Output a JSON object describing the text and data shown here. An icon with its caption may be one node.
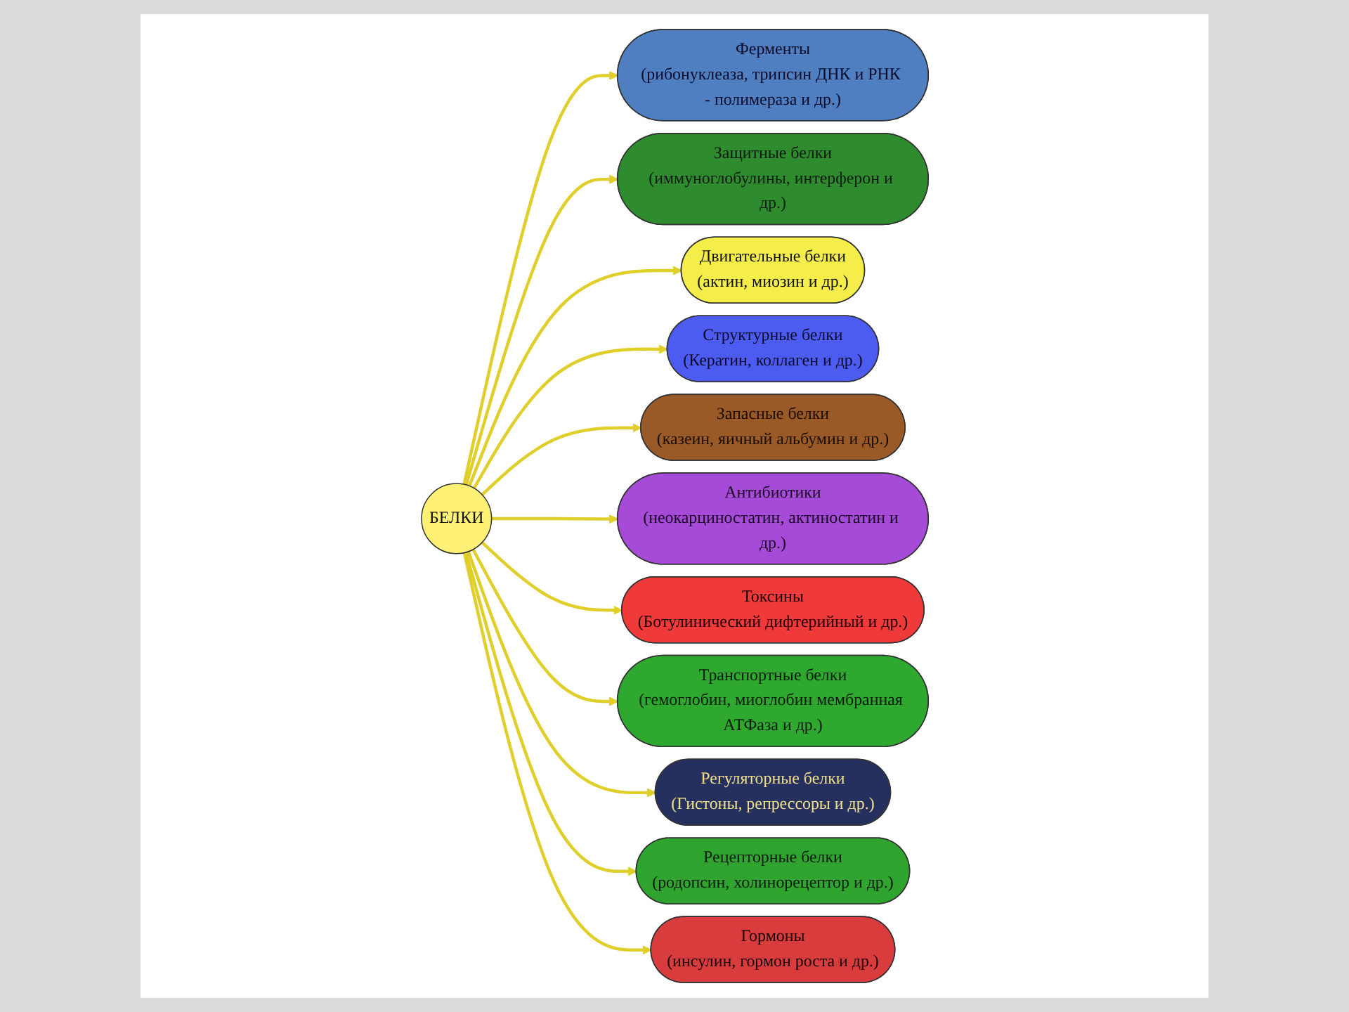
{
  "diagram": {
    "nodes": [
      {
        "text": [
          "БЕЛКИ"
        ]
      },
      {
        "text": [
          "Ферменты",
          "(рибонуклеаза, трипсин ДНК и РНК - полимераза и др.)"
        ]
      },
      {
        "text": [
          "Защитные белки",
          "(иммуноглобулины, интерферон и др.)"
        ]
      },
      {
        "text": [
          "Двигательные белки",
          "(актин, миозин и др.)"
        ]
      },
      {
        "text": [
          "Структурные белки",
          "(Кератин, коллаген и др.)"
        ]
      },
      {
        "text": [
          "Запасные белки",
          "(казеин, яичный альбумин и др.)"
        ]
      },
      {
        "text": [
          "Антибиотики",
          "(неокарциностатин, актиностатин и др.)"
        ]
      },
      {
        "text": [
          "Токсины",
          "(Ботулинический дифтерийный и др.)"
        ]
      },
      {
        "text": [
          "Транспортные белки",
          "(гемоглобин, миоглобин мембранная АТФаза и др.)"
        ]
      },
      {
        "text": [
          "Регуляторные белки",
          "(Гистоны, репрессоры и др.)"
        ]
      },
      {
        "text": [
          "Рецепторные белки",
          "(родопсин, холинорецептор и др.)"
        ]
      },
      {
        "text": [
          "Гормоны",
          "(инсулин, гормон роста и др.)"
        ]
      }
    ],
    "edges": [
      {
        "from": 0,
        "to": 1,
        "arrow": "to"
      },
      {
        "from": 0,
        "to": 2,
        "arrow": "to"
      },
      {
        "from": 0,
        "to": 3,
        "arrow": "to"
      },
      {
        "from": 0,
        "to": 4,
        "arrow": "to"
      },
      {
        "from": 0,
        "to": 5,
        "arrow": "to"
      },
      {
        "from": 0,
        "to": 6,
        "arrow": "to"
      },
      {
        "from": 0,
        "to": 7,
        "arrow": "to"
      },
      {
        "from": 0,
        "to": 8,
        "arrow": "to"
      },
      {
        "from": 0,
        "to": 9,
        "arrow": "to"
      },
      {
        "from": 0,
        "to": 10,
        "arrow": "to"
      },
      {
        "from": 0,
        "to": 11,
        "arrow": "to"
      }
    ]
  }
}
